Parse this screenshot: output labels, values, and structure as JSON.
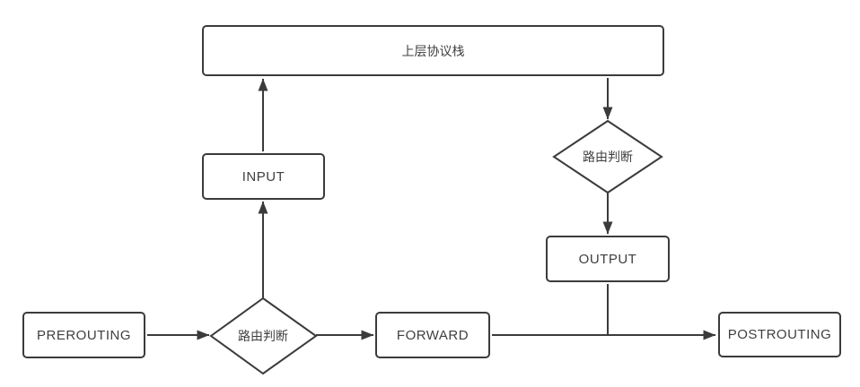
{
  "diagram": {
    "type": "flowchart",
    "subject": "netfilter-packet-flow",
    "nodes": {
      "protocol_stack": {
        "label": "上层协议栈",
        "shape": "rect"
      },
      "input": {
        "label": "INPUT",
        "shape": "rect"
      },
      "output": {
        "label": "OUTPUT",
        "shape": "rect"
      },
      "prerouting": {
        "label": "PREROUTING",
        "shape": "rect"
      },
      "forward": {
        "label": "FORWARD",
        "shape": "rect"
      },
      "postrouting": {
        "label": "POSTROUTING",
        "shape": "rect"
      },
      "route_decision_left": {
        "label": "路由判断",
        "shape": "diamond"
      },
      "route_decision_right": {
        "label": "路由判断",
        "shape": "diamond"
      }
    },
    "edges": [
      {
        "from": "prerouting",
        "to": "route_decision_left",
        "arrow": true
      },
      {
        "from": "route_decision_left",
        "to": "forward",
        "arrow": true
      },
      {
        "from": "route_decision_left",
        "to": "input",
        "arrow": true
      },
      {
        "from": "input",
        "to": "protocol_stack",
        "arrow": true
      },
      {
        "from": "protocol_stack",
        "to": "route_decision_right",
        "arrow": true
      },
      {
        "from": "route_decision_right",
        "to": "output",
        "arrow": true
      },
      {
        "from": "output",
        "to": "forward-postrouting-line",
        "arrow": false
      },
      {
        "from": "forward",
        "to": "postrouting",
        "arrow": true
      }
    ],
    "colors": {
      "stroke": "#3b3b3b",
      "text": "#3f3f3f",
      "background": "#ffffff",
      "node_fill": "#ffffff"
    }
  }
}
